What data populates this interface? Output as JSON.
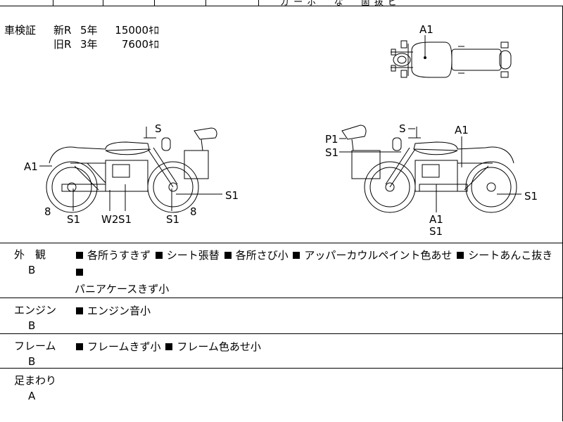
{
  "header": {
    "partial_text": "ガ ー    ボ ⌒ な ⌒ 箇 抜 ピ"
  },
  "registration": {
    "label": "車検証",
    "rows": [
      {
        "kind": "新R",
        "years": "5年",
        "price": "15000ｷﾛ"
      },
      {
        "kind": "旧R",
        "years": "3年",
        "price": "7600ｷﾛ"
      }
    ]
  },
  "diagram_labels": {
    "top_a1": "A1",
    "left_s_handle": "S",
    "left_a1": "A1",
    "left_s1_right": "S1",
    "left_8_left": "8",
    "left_8_right": "8",
    "left_s1_bottom_a": "S1",
    "left_w2": "W2",
    "left_s1_bottom_b": "S1",
    "left_s1_bottom_c": "S1",
    "right_s_handle": "S",
    "right_a1_tank": "A1",
    "right_p1": "P1",
    "right_s1_case": "S1",
    "right_s1_wheel": "S1",
    "right_a1_bottom": "A1",
    "right_s1_bottom": "S1"
  },
  "sections": [
    {
      "title": "外　観",
      "grade": "B",
      "notes": [
        "各所うすきず",
        "シート張替",
        "各所さび小",
        "アッパーカウルペイント色あせ",
        "シートあんこ抜き",
        "パニアケースきず小"
      ]
    },
    {
      "title": "エンジン",
      "grade": "B",
      "notes": [
        "エンジン音小"
      ]
    },
    {
      "title": "フレーム",
      "grade": "B",
      "notes": [
        "フレームきず小",
        "フレーム色あせ小"
      ]
    },
    {
      "title": "足まわり",
      "grade": "A",
      "notes": []
    }
  ]
}
